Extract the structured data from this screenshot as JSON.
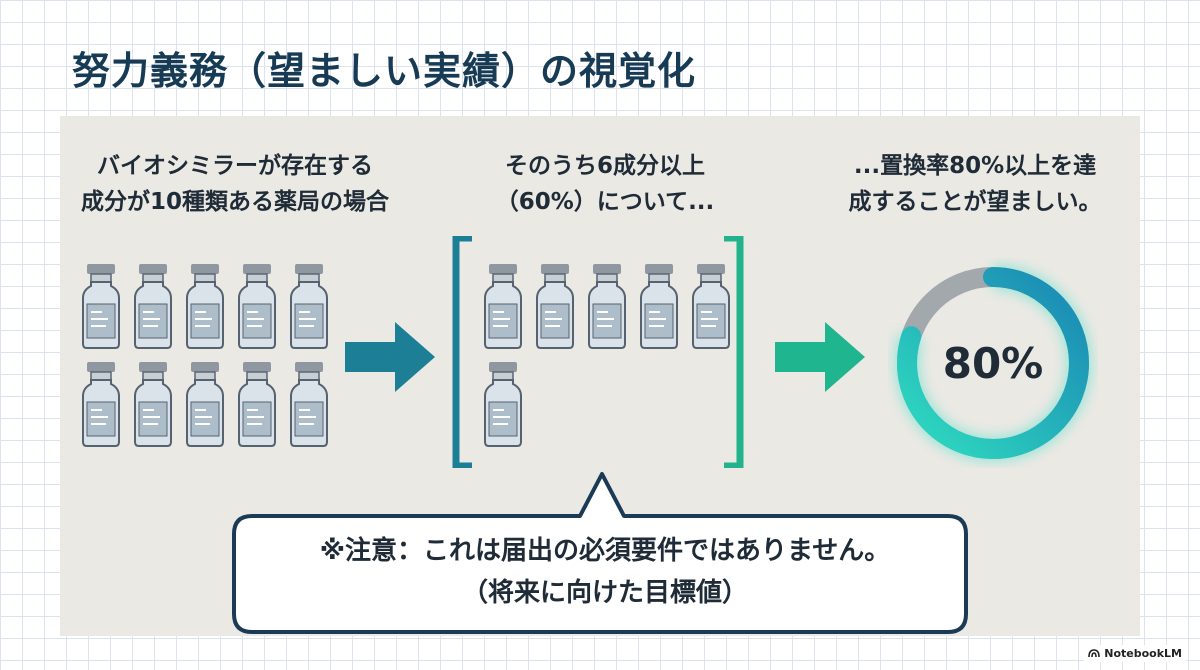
{
  "title": "努力義務（望ましい実績）の視覚化",
  "steps": [
    {
      "heading": "バイオシミラーが存在する\n成分が10種類ある薬局の場合"
    },
    {
      "heading": "そのうち6成分以上\n（60%）について..."
    },
    {
      "heading": "...置換率80%以上を達\n成することが望ましい。"
    }
  ],
  "total_vials": 10,
  "selected_vials": 6,
  "replacement_rate": {
    "label": "80%",
    "value": 0.8
  },
  "note": "※注意：これは届出の必須要件ではありません。\n（将来に向けた目標値）",
  "brand": "NotebookLM",
  "colors": {
    "title": "#173a55",
    "arrow1": "#1c7f96",
    "arrow2": "#1fb58f",
    "bracket_left": "#1c7f96",
    "bracket_right": "#22b38c",
    "donut_gray": "#a3a8ad"
  }
}
